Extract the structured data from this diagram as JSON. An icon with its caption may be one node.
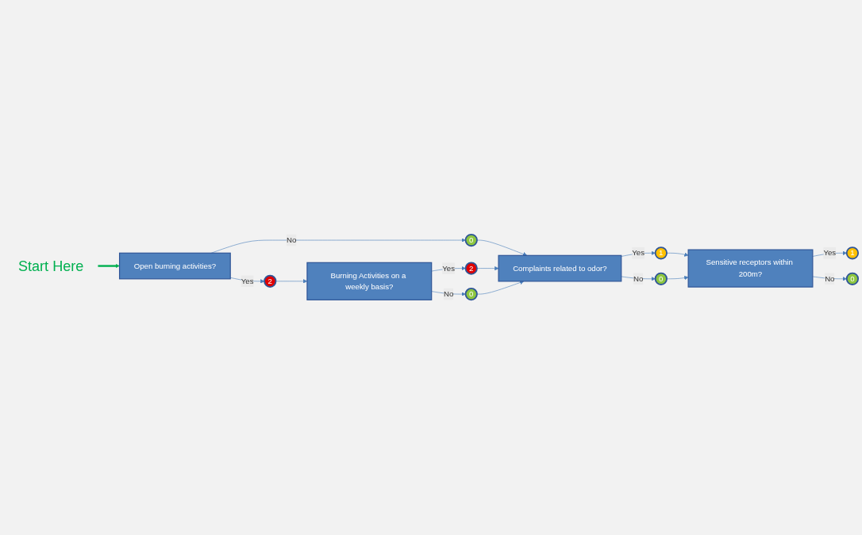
{
  "diagram": {
    "nodes": [
      {
        "text": [
          "Start Here"
        ]
      },
      {
        "text": [
          "Open burning activities?"
        ]
      },
      {
        "text": [
          "2"
        ]
      },
      {
        "text": [
          "0"
        ]
      },
      {
        "text": [
          "Burning Activities on a weekly basis?"
        ]
      },
      {
        "text": [
          "2"
        ]
      },
      {
        "text": [
          "0"
        ]
      },
      {
        "text": [
          "Complaints related to odor?"
        ]
      },
      {
        "text": [
          "1"
        ]
      },
      {
        "text": [
          "0"
        ]
      },
      {
        "text": [
          "Sensitive receptors within 200m?"
        ]
      },
      {
        "text": [
          "1"
        ]
      },
      {
        "text": [
          "0"
        ]
      }
    ],
    "edges": [
      {
        "from": 0,
        "to": 1,
        "arrow": "to",
        "style": "thick",
        "color": "#00b050"
      },
      {
        "from": 1,
        "to": 2,
        "arrow": "to",
        "label": "Yes"
      },
      {
        "from": 1,
        "to": 3,
        "arrow": "to",
        "label": "No"
      },
      {
        "from": 2,
        "to": 4,
        "arrow": "to"
      },
      {
        "from": 3,
        "to": 7,
        "arrow": "to"
      },
      {
        "from": 4,
        "to": 5,
        "arrow": "to",
        "label": "Yes"
      },
      {
        "from": 4,
        "to": 6,
        "arrow": "to",
        "label": "No"
      },
      {
        "from": 5,
        "to": 7,
        "arrow": "to"
      },
      {
        "from": 6,
        "to": 7,
        "arrow": "to"
      },
      {
        "from": 7,
        "to": 8,
        "arrow": "to",
        "label": "Yes"
      },
      {
        "from": 7,
        "to": 9,
        "arrow": "to",
        "label": "No"
      },
      {
        "from": 8,
        "to": 10,
        "arrow": "to"
      },
      {
        "from": 9,
        "to": 10,
        "arrow": "to"
      },
      {
        "from": 10,
        "to": 11,
        "arrow": "to",
        "label": "Yes"
      },
      {
        "from": 10,
        "to": 12,
        "arrow": "to",
        "label": "No"
      }
    ]
  }
}
